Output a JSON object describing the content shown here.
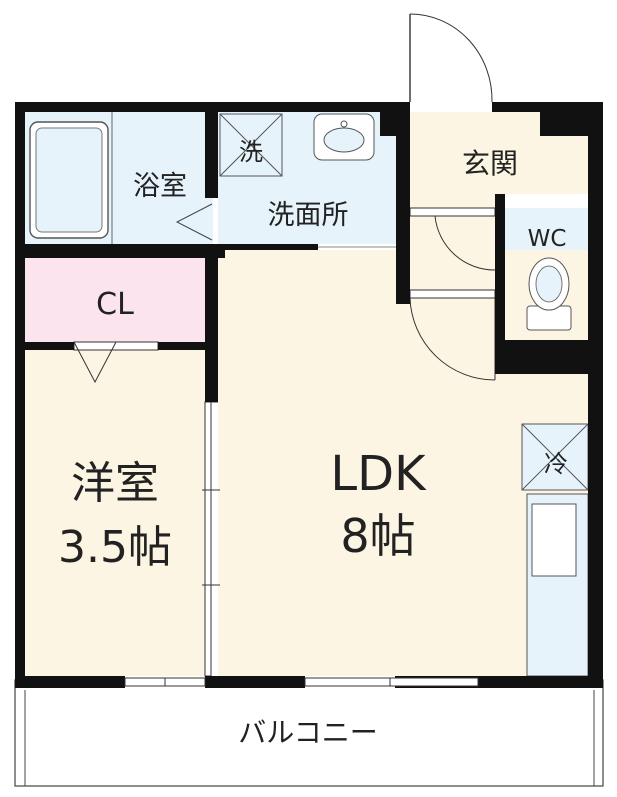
{
  "rooms": {
    "bath": "浴室",
    "washroom": "洗面所",
    "washer": "洗",
    "entrance": "玄関",
    "wc": "WC",
    "closet": "CL",
    "western_room_name": "洋室",
    "western_room_size": "3.5帖",
    "ldk_name": "LDK",
    "ldk_size": "8帖",
    "fridge": "冷",
    "balcony": "バルコニー"
  },
  "colors": {
    "wall": "#111111",
    "bath_floor": "#e6f3fb",
    "closet_floor": "#fbe4ee",
    "room_floor": "#fdf5e3",
    "counter": "#e6f3fb"
  }
}
